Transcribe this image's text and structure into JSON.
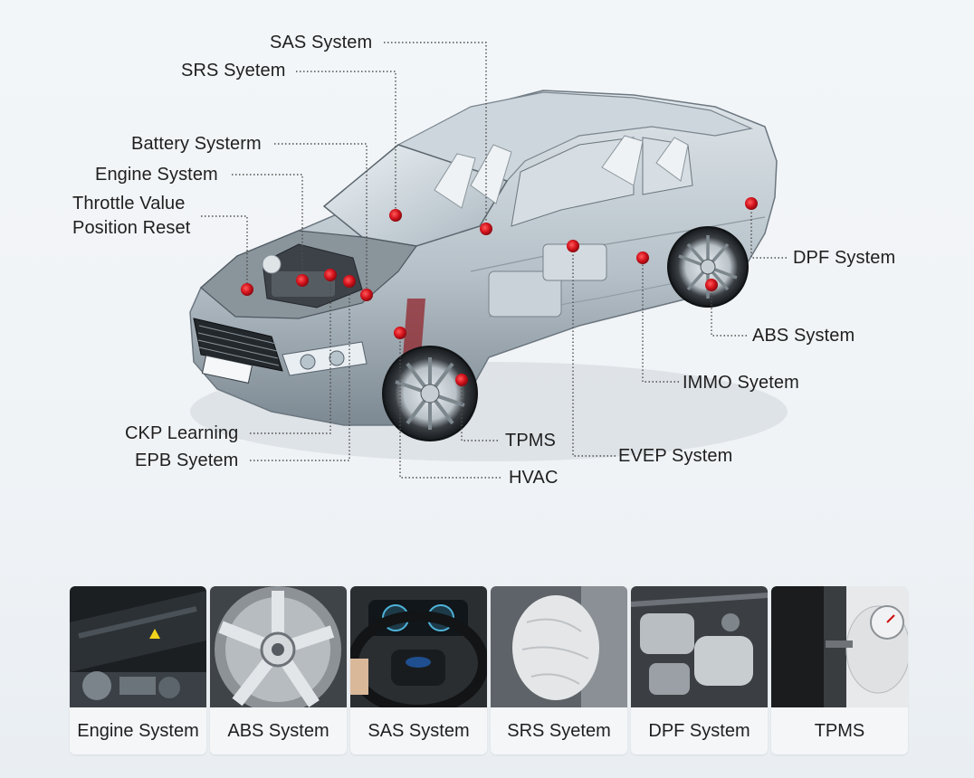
{
  "diagram": {
    "labels": {
      "sas": "SAS System",
      "srs": "SRS Syetem",
      "battery": "Battery Systerm",
      "engine": "Engine System",
      "throttle_line1": "Throttle Value",
      "throttle_line2": "Position Reset",
      "dpf": "DPF System",
      "abs": "ABS System",
      "immo": "IMMO Syetem",
      "evep": "EVEP System",
      "tpms": "TPMS",
      "hvac": "HVAC",
      "ckp": "CKP Learning",
      "epb": "EPB Syetem"
    },
    "colors": {
      "marker": "#d3121c",
      "leader_line": "#555555",
      "car_body": "#b7c3cc"
    }
  },
  "tiles": [
    {
      "caption": "Engine System",
      "icon": "engine-photo"
    },
    {
      "caption": "ABS System",
      "icon": "brake-disc-photo"
    },
    {
      "caption": "SAS System",
      "icon": "steering-wheel-photo"
    },
    {
      "caption": "SRS Syetem",
      "icon": "airbag-photo"
    },
    {
      "caption": "DPF System",
      "icon": "dpf-filter-photo"
    },
    {
      "caption": "TPMS",
      "icon": "tire-pressure-photo"
    }
  ]
}
